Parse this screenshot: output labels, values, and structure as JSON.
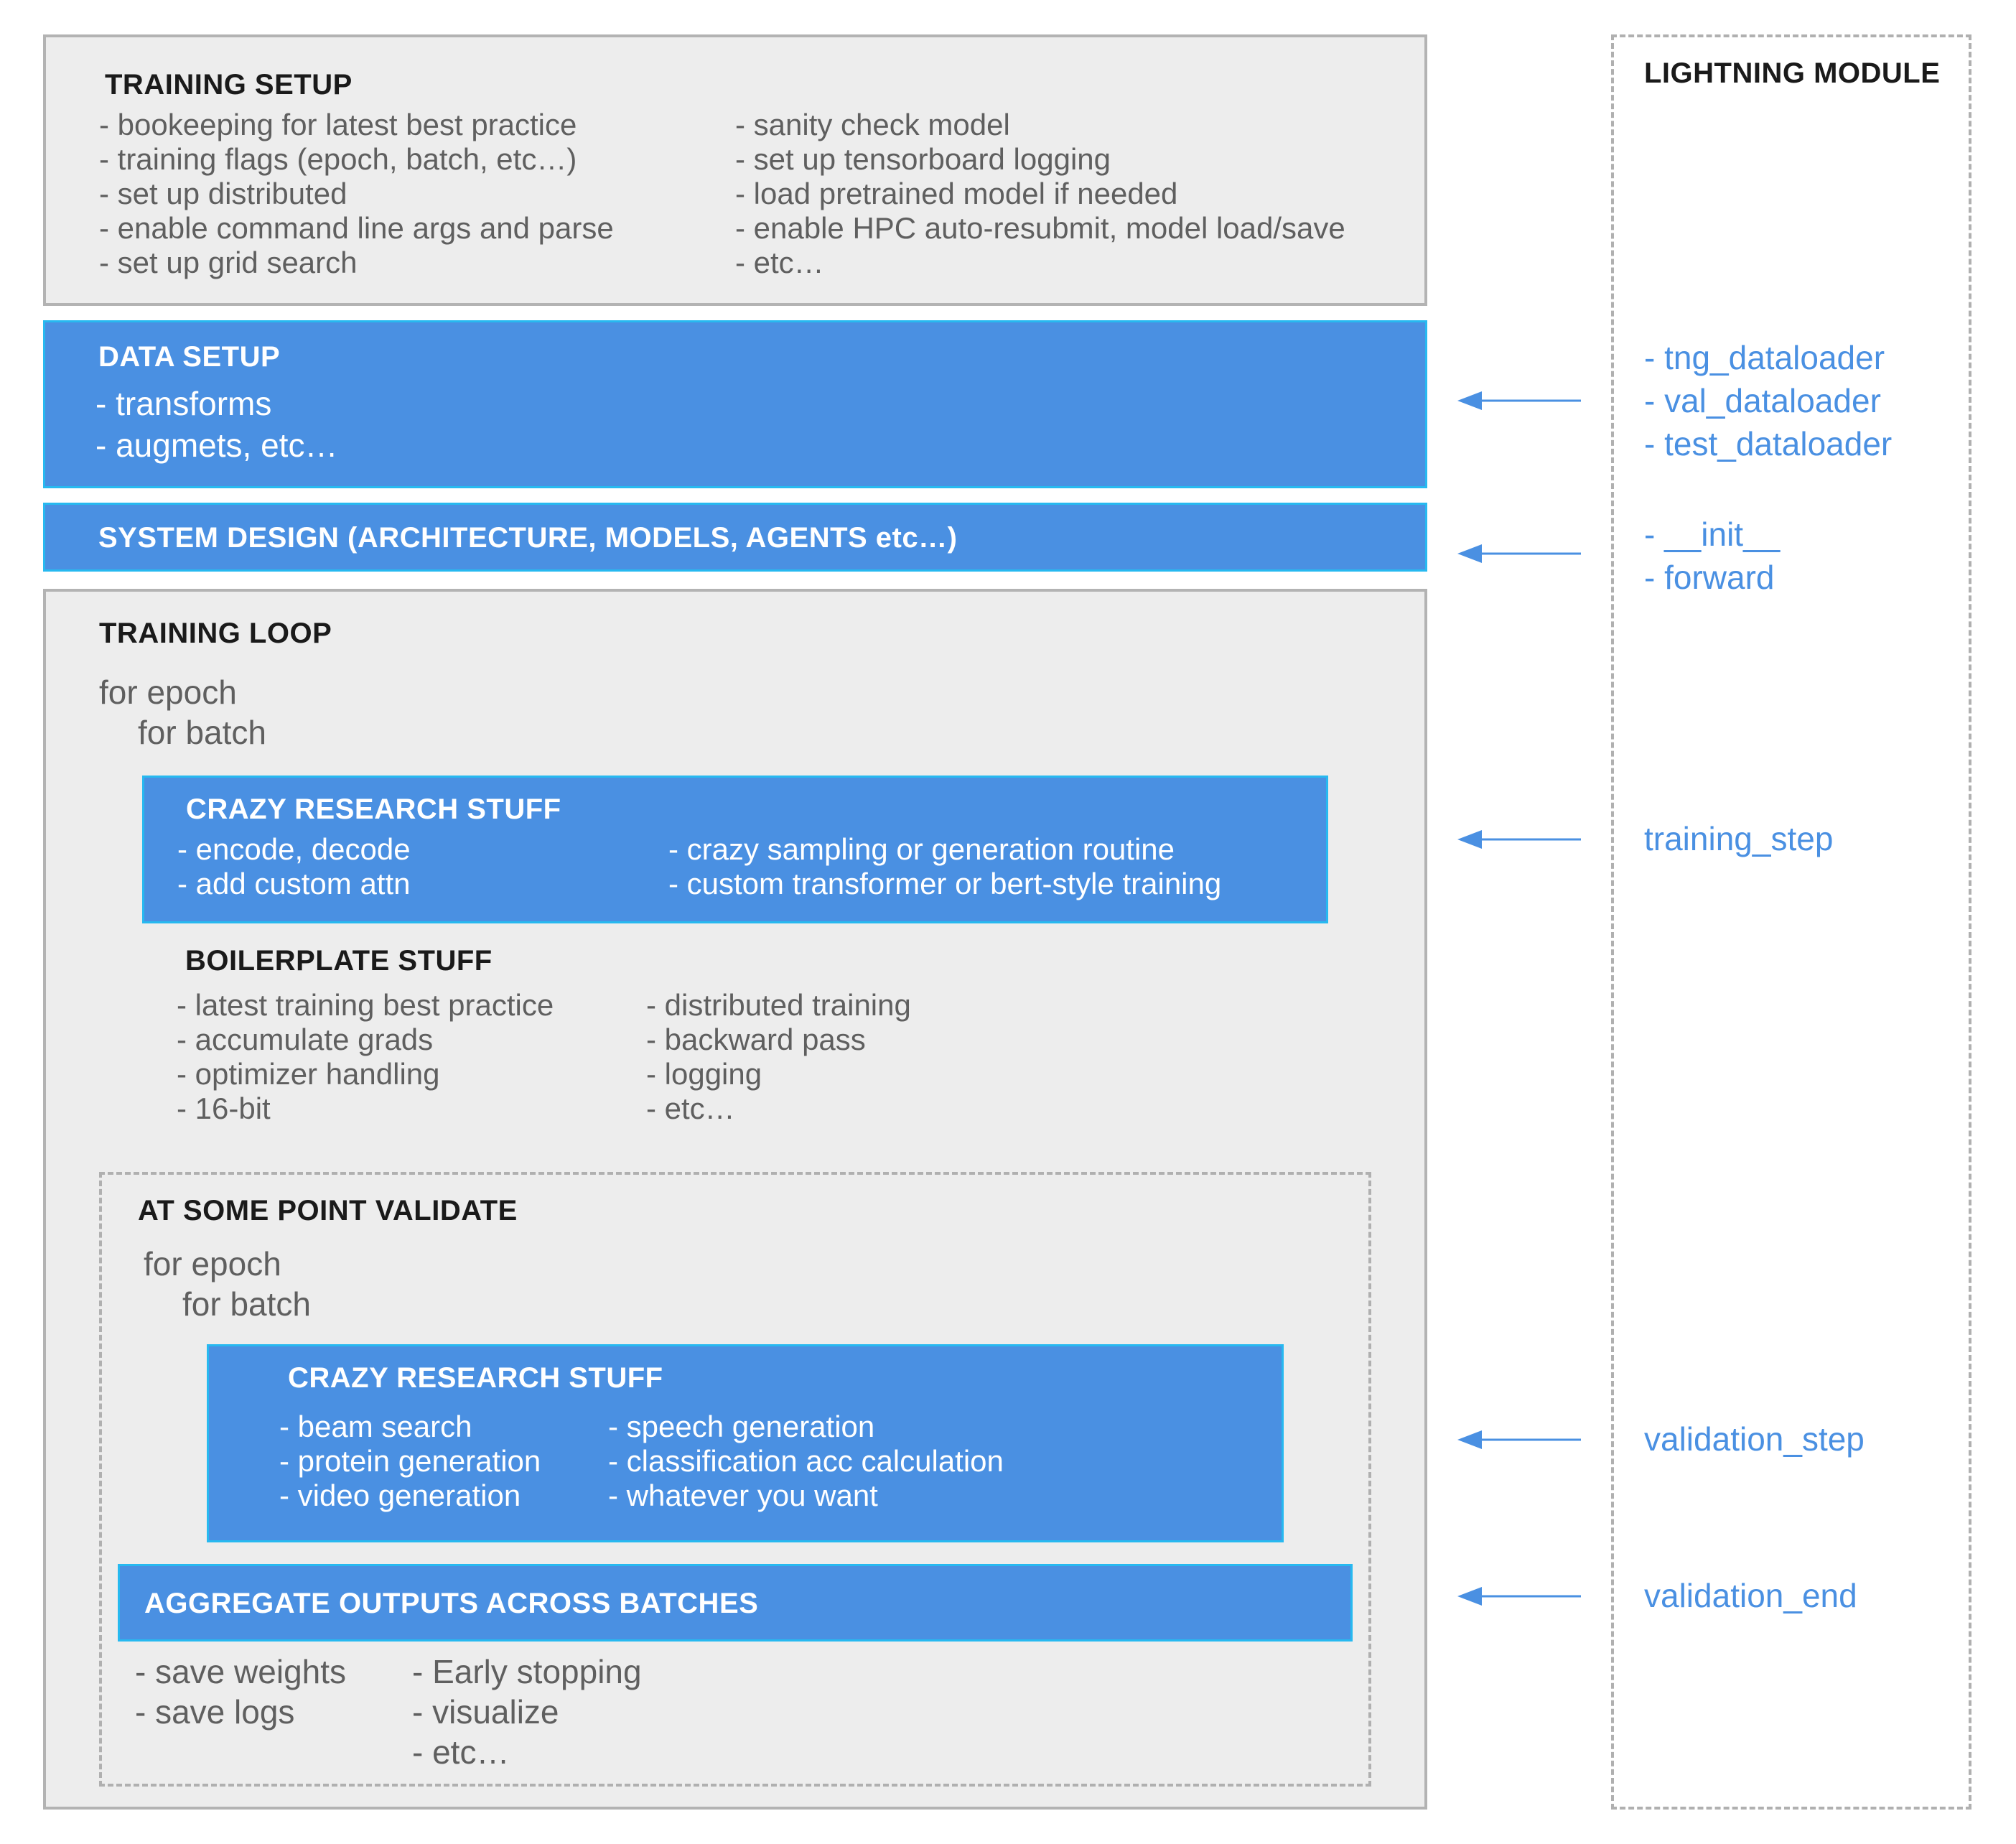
{
  "training_setup": {
    "title": "TRAINING SETUP",
    "items_left": [
      "- bookeeping for latest best practice",
      "- training flags (epoch, batch, etc…)",
      "- set up distributed",
      "- enable command line args and parse",
      "- set up grid search"
    ],
    "items_right": [
      "- sanity check model",
      "- set up tensorboard logging",
      "- load pretrained model if needed",
      "- enable HPC auto-resubmit, model load/save",
      "- etc…"
    ]
  },
  "data_setup": {
    "title": "DATA SETUP",
    "items": [
      "- transforms",
      "- augmets, etc…"
    ]
  },
  "system_design": {
    "title": "SYSTEM DESIGN (ARCHITECTURE, MODELS, AGENTS etc…)"
  },
  "training_loop": {
    "title": "TRAINING LOOP",
    "for_epoch": "for epoch",
    "for_batch": "for batch",
    "crazy_research": {
      "title": "CRAZY RESEARCH STUFF",
      "items_left": [
        "- encode, decode",
        "- add custom attn"
      ],
      "items_right": [
        "- crazy sampling or generation routine",
        "- custom transformer or bert-style training"
      ]
    },
    "boilerplate": {
      "title": "BOILERPLATE STUFF",
      "items_left": [
        "- latest training best practice",
        "- accumulate grads",
        "- optimizer handling",
        "- 16-bit"
      ],
      "items_right": [
        "- distributed training",
        "- backward pass",
        "- logging",
        "- etc…"
      ]
    },
    "validate": {
      "title": "AT SOME POINT VALIDATE",
      "for_epoch": "for epoch",
      "for_batch": "for batch",
      "crazy_research": {
        "title": "CRAZY RESEARCH STUFF",
        "items_left": [
          "- beam search",
          "- protein generation",
          "- video generation"
        ],
        "items_right": [
          "- speech generation",
          "- classification acc calculation",
          "- whatever you want"
        ]
      },
      "aggregate": {
        "title": "AGGREGATE OUTPUTS ACROSS BATCHES"
      },
      "after_left": [
        "- save weights",
        "- save logs"
      ],
      "after_right": [
        "- Early stopping",
        "- visualize",
        "- etc…"
      ]
    }
  },
  "lightning_module": {
    "title": "LIGHTNING MODULE",
    "dataloader_hooks": [
      "- tng_dataloader",
      "- val_dataloader",
      "- test_dataloader"
    ],
    "model_hooks": [
      "- __init__",
      "- forward"
    ],
    "training_step": "training_step",
    "validation_step": "validation_step",
    "validation_end": "validation_end"
  },
  "colors": {
    "blue_fill": "#4a90e2",
    "blue_border": "#27b9f0",
    "gray_fill": "#ededed",
    "gray_border": "#b3b3b3",
    "hook_text": "#4a90e2"
  },
  "icons": {
    "arrow": "arrow-left-icon"
  }
}
